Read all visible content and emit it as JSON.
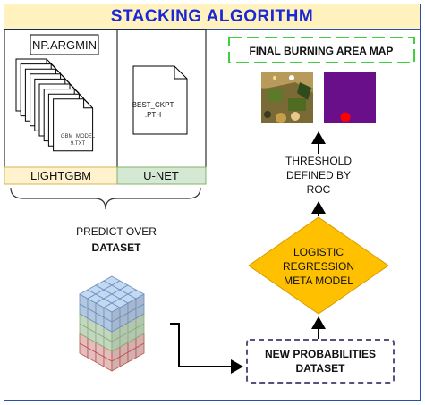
{
  "title": "STACKING ALGORITHM",
  "models": {
    "lightgbm": {
      "label": "LIGHTGBM",
      "argmin_label": "NP.ARGMIN",
      "file_label_line1": "GBM_MODEL",
      "file_label_line2": "9.TXT"
    },
    "unet": {
      "label": "U-NET",
      "file_label_line1": "BEST_CKPT",
      "file_label_line2": ".PTH"
    }
  },
  "predict": {
    "line1": "PREDICT OVER",
    "line2": "DATASET"
  },
  "new_probabilities": {
    "line1": "NEW PROBABILITIES",
    "line2": "DATASET"
  },
  "meta_model": {
    "line1": "LOGISTIC",
    "line2": "REGRESSION",
    "line3": "META MODEL"
  },
  "threshold": {
    "line1": "THRESHOLD",
    "line2": "DEFINED BY",
    "line3": "ROC"
  },
  "final_map": {
    "label": "FINAL BURNING AREA MAP"
  },
  "colors": {
    "title": "#1a28d6",
    "title_bg": "#fff2bf",
    "frame": "#2b4ea8",
    "lightgbm_bg": "#fff2cc",
    "unet_bg": "#d5e8d4",
    "diamond": "#ffc000",
    "dashed_green": "#3fcf3f",
    "dashed_purple": "#56517e",
    "cube_blue": "#c3d9f2",
    "cube_green": "#d5e8d4",
    "cube_red": "#f8cecc",
    "mask_purple": "#6a0f8a",
    "mask_red": "#ff0000"
  }
}
